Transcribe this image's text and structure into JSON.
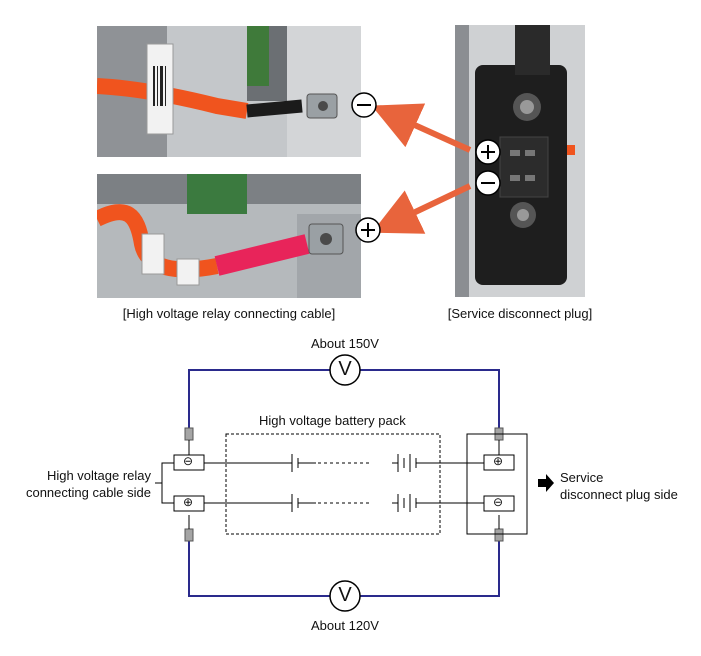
{
  "photos": {
    "cable_caption": "[High voltage relay connecting cable]",
    "plug_caption": "[Service disconnect plug]",
    "negative_sign": "−",
    "positive_sign": "+"
  },
  "diagram": {
    "top_voltage": "About 150V",
    "bottom_voltage": "About 120V",
    "meter_symbol": "V",
    "battery_pack_label": "High voltage battery pack",
    "left_side_label_line1": "High voltage relay",
    "left_side_label_line2": "connecting cable side",
    "right_side_label_line1": "Service",
    "right_side_label_line2": "disconnect plug side",
    "terminal_negative": "⊖",
    "terminal_positive": "⊕"
  },
  "colors": {
    "wire": "#2a2a8c",
    "arrow": "#e8643c",
    "cable_orange": "#f0541e",
    "cable_red": "#e8245a",
    "photo_grey": "#b9bcc0"
  }
}
